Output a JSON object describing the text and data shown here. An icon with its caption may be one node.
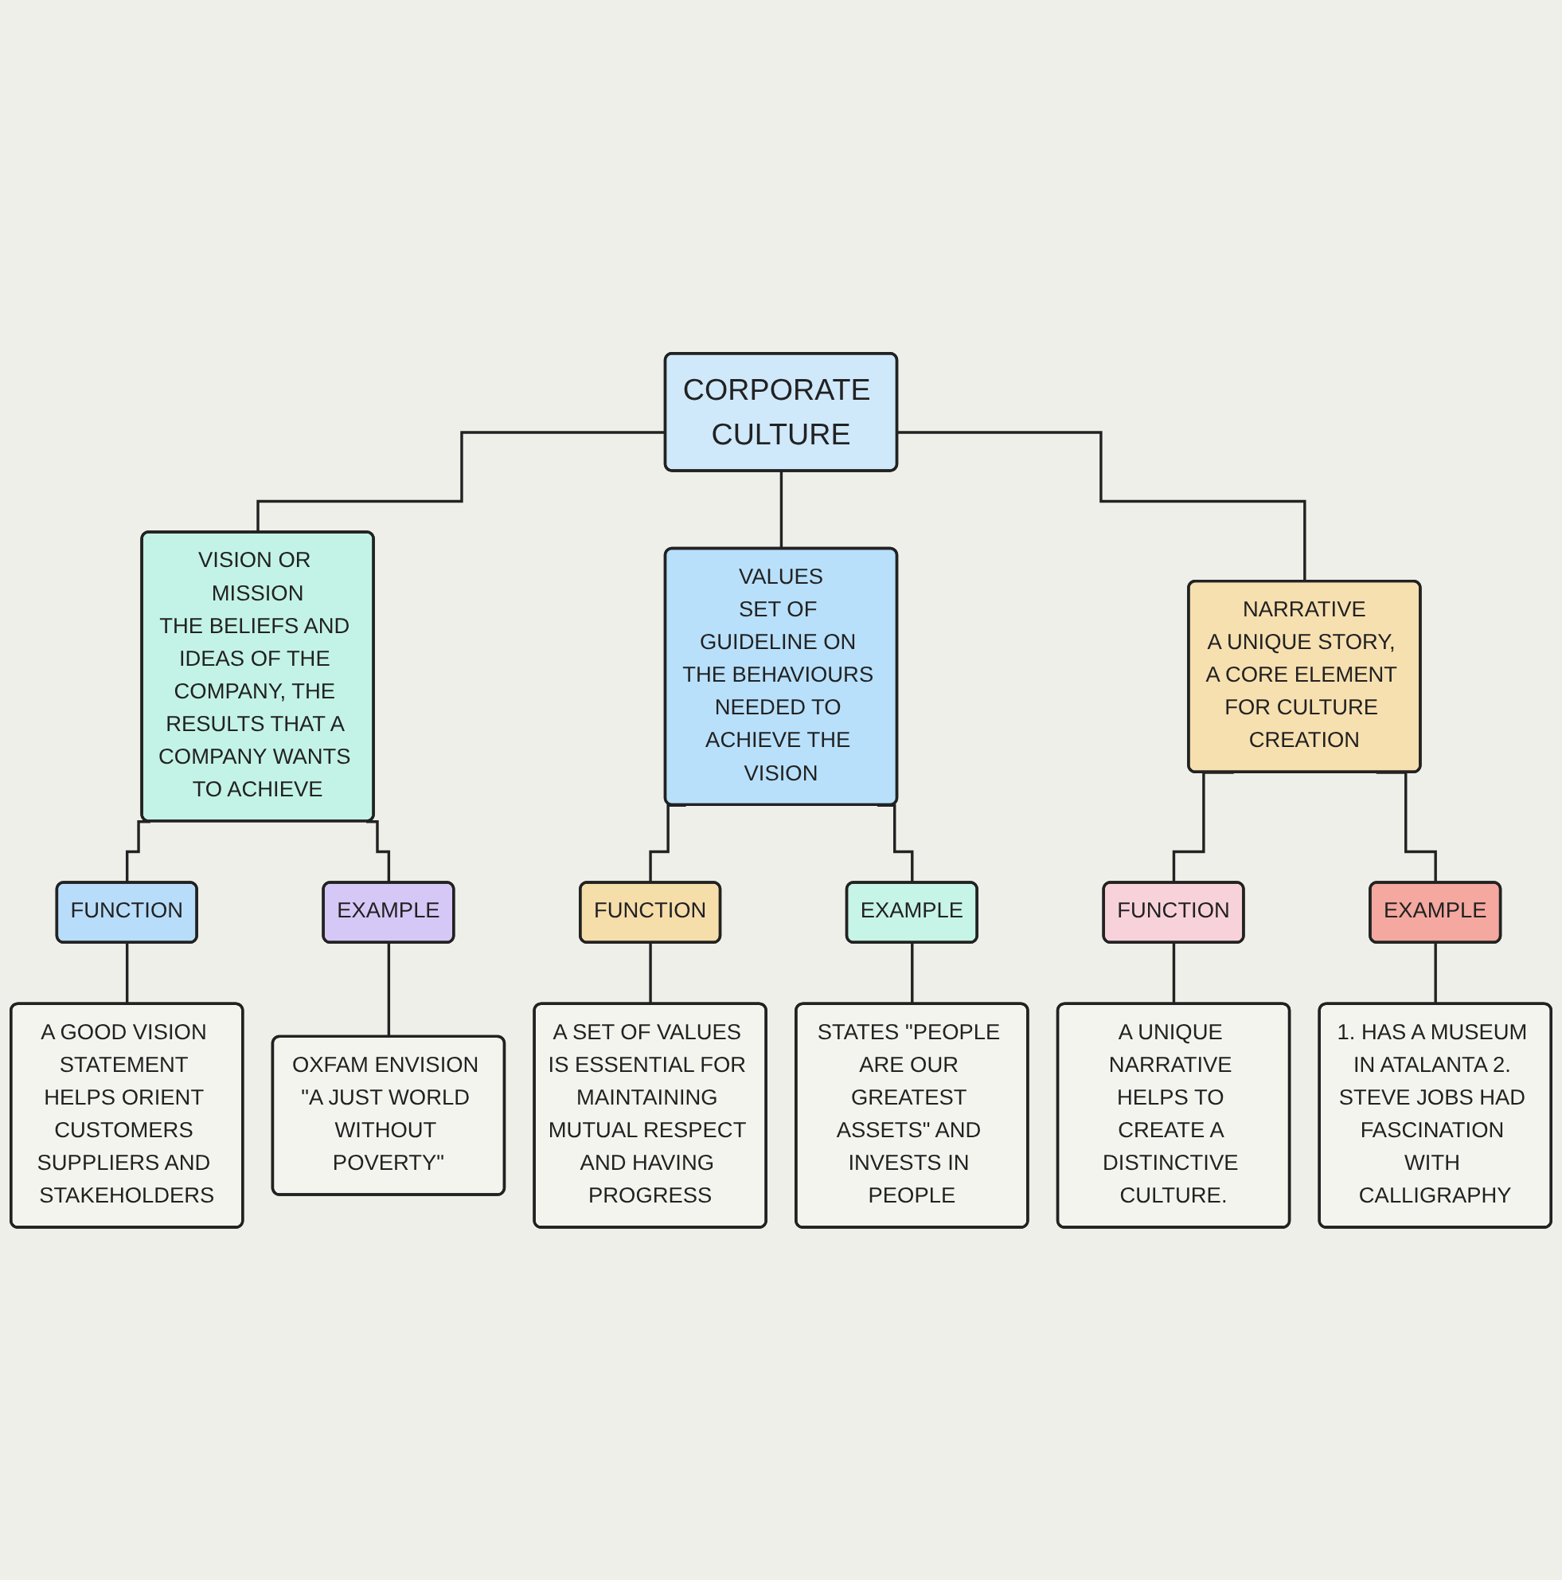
{
  "diagram": {
    "nodes": [
      {
        "text": [
          "CORPORATE CULTURE"
        ]
      },
      {
        "text": [
          "VISION OR MISSION",
          "THE BELIEFS AND IDEAS OF THE COMPANY, THE RESULTS THAT A COMPANY WANTS TO ACHIEVE"
        ]
      },
      {
        "text": [
          "VALUES",
          "SET OF GUIDELINE ON THE BEHAVIOURS NEEDED TO ACHIEVE THE VISION"
        ]
      },
      {
        "text": [
          "NARRATIVE",
          "A UNIQUE STORY, A CORE ELEMENT FOR CULTURE CREATION"
        ]
      },
      {
        "text": [
          "FUNCTION"
        ]
      },
      {
        "text": [
          "EXAMPLE"
        ]
      },
      {
        "text": [
          "FUNCTION"
        ]
      },
      {
        "text": [
          "EXAMPLE"
        ]
      },
      {
        "text": [
          "FUNCTION"
        ]
      },
      {
        "text": [
          "EXAMPLE"
        ]
      },
      {
        "text": [
          "A GOOD VISION STATEMENT HELPS ORIENT CUSTOMERS SUPPLIERS AND STAKEHOLDERS"
        ]
      },
      {
        "text": [
          "OXFAM ENVISION \"A JUST WORLD WITHOUT POVERTY\""
        ]
      },
      {
        "text": [
          "A SET OF VALUES IS ESSENTIAL FOR MAINTAINING MUTUAL RESPECT AND HAVING PROGRESS"
        ]
      },
      {
        "text": [
          "STATES \"PEOPLE ARE OUR GREATEST ASSETS\" AND INVESTS IN PEOPLE"
        ]
      },
      {
        "text": [
          "A UNIQUE NARRATIVE HELPS TO CREATE A DISTINCTIVE CULTURE."
        ]
      },
      {
        "text": [
          "1. HAS A MUSEUM IN ATALANTA 2. STEVE JOBS HAD FASCINATION WITH CALLIGRAPHY"
        ]
      }
    ],
    "edges": [
      {
        "from": 0,
        "to": 1,
        "arrow": "none"
      },
      {
        "from": 0,
        "to": 2,
        "arrow": "none"
      },
      {
        "from": 0,
        "to": 3,
        "arrow": "none"
      },
      {
        "from": 1,
        "to": 4,
        "arrow": "none"
      },
      {
        "from": 1,
        "to": 5,
        "arrow": "none"
      },
      {
        "from": 2,
        "to": 6,
        "arrow": "none"
      },
      {
        "from": 2,
        "to": 7,
        "arrow": "none"
      },
      {
        "from": 3,
        "to": 8,
        "arrow": "none"
      },
      {
        "from": 3,
        "to": 9,
        "arrow": "none"
      },
      {
        "from": 4,
        "to": 10,
        "arrow": "none"
      },
      {
        "from": 5,
        "to": 11,
        "arrow": "none"
      },
      {
        "from": 6,
        "to": 12,
        "arrow": "none"
      },
      {
        "from": 7,
        "to": 13,
        "arrow": "none"
      },
      {
        "from": 8,
        "to": 14,
        "arrow": "none"
      },
      {
        "from": 9,
        "to": 15,
        "arrow": "none"
      }
    ]
  }
}
